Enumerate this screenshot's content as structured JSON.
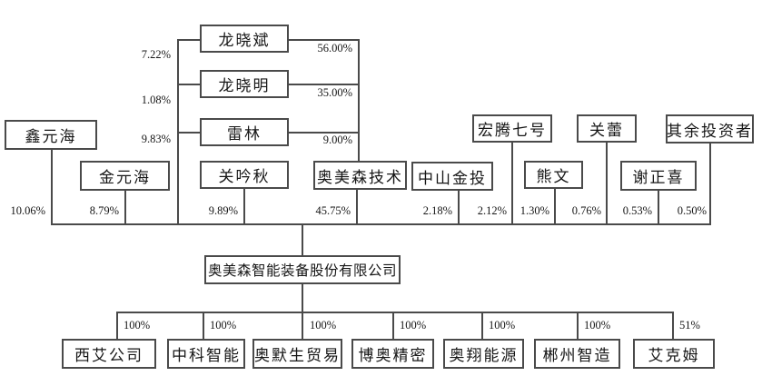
{
  "diagram": {
    "type": "equity-ownership-structure",
    "line_color": "#4a4a4a",
    "company": {
      "name": "奥美森智能装备股份有限公司"
    },
    "tech_owners": [
      {
        "name": "龙晓斌",
        "company_stake": "7.22%",
        "tech_stake": "56.00%"
      },
      {
        "name": "龙晓明",
        "company_stake": "1.08%",
        "tech_stake": "35.00%"
      },
      {
        "name": "雷林",
        "company_stake": "9.83%",
        "tech_stake": "9.00%"
      }
    ],
    "shareholders": [
      {
        "name": "鑫元海",
        "stake": "10.06%"
      },
      {
        "name": "金元海",
        "stake": "8.79%"
      },
      {
        "name": "关吟秋",
        "stake": "9.89%"
      },
      {
        "name": "奥美森技术",
        "stake": "45.75%"
      },
      {
        "name": "中山金投",
        "stake": "2.18%"
      },
      {
        "name": "宏腾七号",
        "stake": "2.12%"
      },
      {
        "name": "熊文",
        "stake": "1.30%"
      },
      {
        "name": "关蕾",
        "stake": "0.76%"
      },
      {
        "name": "谢正喜",
        "stake": "0.53%"
      },
      {
        "name": "其余投资者",
        "stake": "0.50%"
      }
    ],
    "subsidiaries": [
      {
        "name": "西艾公司",
        "stake": "100%"
      },
      {
        "name": "中科智能",
        "stake": "100%"
      },
      {
        "name": "奥默生贸易",
        "stake": "100%"
      },
      {
        "name": "博奥精密",
        "stake": "100%"
      },
      {
        "name": "奥翔能源",
        "stake": "100%"
      },
      {
        "name": "郴州智造",
        "stake": "100%"
      },
      {
        "name": "艾克姆",
        "stake": "51%"
      }
    ]
  }
}
